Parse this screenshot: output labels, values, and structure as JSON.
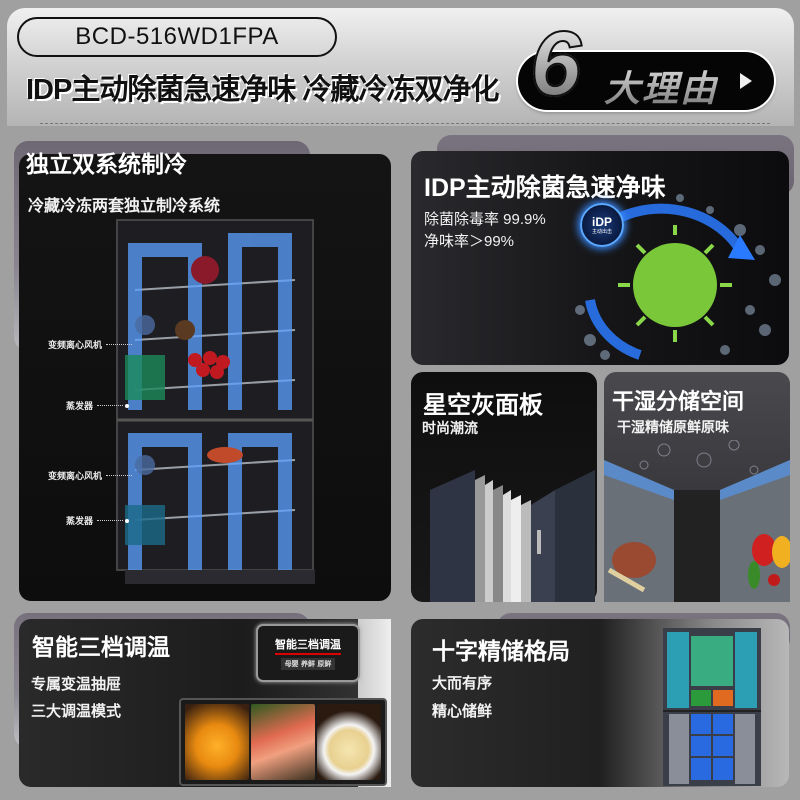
{
  "header": {
    "model": "BCD-516WD1FPA",
    "headline": "IDP主动除菌急速净味 冷藏冷冻双净化",
    "reasons_number": "6",
    "reasons_label": "大理由",
    "reasons_arrow": "play-arrow-icon"
  },
  "features": [
    {
      "title": "独立双系统制冷",
      "subtitle": "冷藏冷冻两套独立制冷系统",
      "callouts": [
        "变频离心风机",
        "蒸发器",
        "变频离心风机",
        "蒸发器"
      ]
    },
    {
      "title": "IDP主动除菌急速净味",
      "lines": [
        "除菌除毒率 99.9%",
        "净味率＞99%"
      ],
      "badge": {
        "main": "iDP",
        "small": "主动出击"
      }
    },
    {
      "title": "星空灰面板",
      "subtitle": "时尚潮流"
    },
    {
      "title": "干湿分储空间",
      "subtitle": "干湿精储原鲜原味"
    },
    {
      "title": "智能三档调温",
      "lines": [
        "专属变温抽屉",
        "三大调温模式"
      ],
      "panel": {
        "title": "智能三档调温",
        "modes": "母婴 养鲜 原鲜"
      }
    },
    {
      "title": "十字精储格局",
      "lines": [
        "大而有序",
        "精心储鲜"
      ]
    }
  ],
  "colors": {
    "page_bg": "#a0a0a0",
    "card_bg": "#151515",
    "tab_purple": "#7a7480",
    "accent_blue": "#3a8aff",
    "accent_red": "#dd0000"
  }
}
